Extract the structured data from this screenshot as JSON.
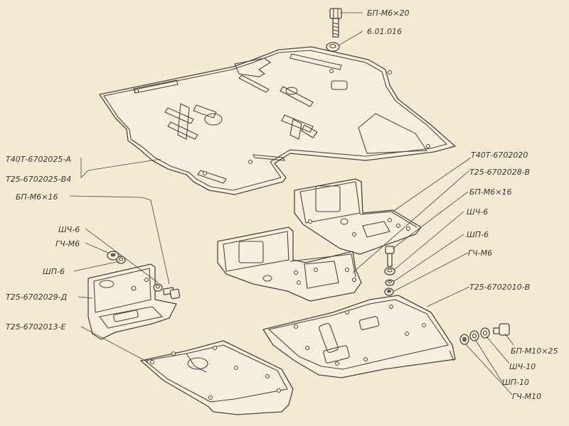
{
  "labels": {
    "bolt_top": "БП-М6×20",
    "washer_top": "6.01.016",
    "cover_a": "Т40Т-6702025-А",
    "cover_b": "Т25-6702025-В4",
    "bolt_m6_16_left": "БП-М6×16",
    "wash_sh_left": "ШЧ-6",
    "nut_left": "ГЧ-М6",
    "wash_sp_left": "ШП-6",
    "bracket_d": "Т25-6702029-Д",
    "plate_e": "Т25-6702013-Е",
    "part_6702020": "Т40Т-6702020",
    "part_6702028": "Т25-6702028-В",
    "bolt_m6_16_right": "БП-М6×16",
    "wash_sh_right": "ШЧ-6",
    "wash_sp_right": "ШП-6",
    "nut_right": "ГЧ-М6",
    "plate_v": "Т25-6702010-В",
    "bolt_m10": "БП-М10×25",
    "wash_sh_10": "ШЧ-10",
    "wash_sp_10": "ШП-10",
    "nut_m10": "ГЧ-М10"
  }
}
